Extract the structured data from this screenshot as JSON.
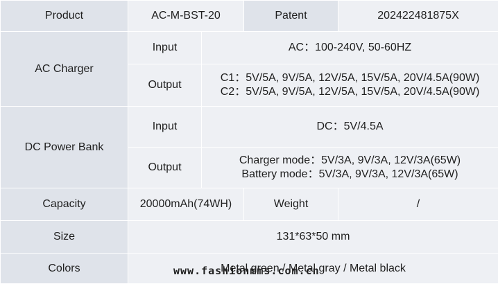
{
  "table": {
    "product": {
      "label": "Product",
      "value": "AC-M-BST-20",
      "patent_label": "Patent",
      "patent_value": "202422481875X"
    },
    "ac_charger": {
      "label": "AC Charger",
      "input_label": "Input",
      "input_value": "AC：100-240V, 50-60HZ",
      "output_label": "Output",
      "output_lines": [
        "C1：5V/5A, 9V/5A, 12V/5A, 15V/5A, 20V/4.5A(90W)",
        "C2：5V/5A, 9V/5A, 12V/5A, 15V/5A, 20V/4.5A(90W)"
      ]
    },
    "dc_power_bank": {
      "label": "DC Power Bank",
      "input_label": "Input",
      "input_value": "DC：5V/4.5A",
      "output_label": "Output",
      "output_lines": [
        "Charger mode：5V/3A, 9V/3A, 12V/3A(65W)",
        "Battery mode：5V/3A, 9V/3A, 12V/3A(65W)"
      ]
    },
    "capacity": {
      "label": "Capacity",
      "value": "20000mAh(74WH)",
      "weight_label": "Weight",
      "weight_value": "/"
    },
    "size": {
      "label": "Size",
      "value": "131*63*50 mm"
    },
    "colors": {
      "label": "Colors",
      "value": "Metal green / Metal gray / Metal black"
    }
  },
  "watermark": "www.fashionmms.com.cn",
  "colors": {
    "header_bg": "#dfe3ea",
    "cell_bg": "#eef0f4",
    "text": "#1f1f1f"
  }
}
